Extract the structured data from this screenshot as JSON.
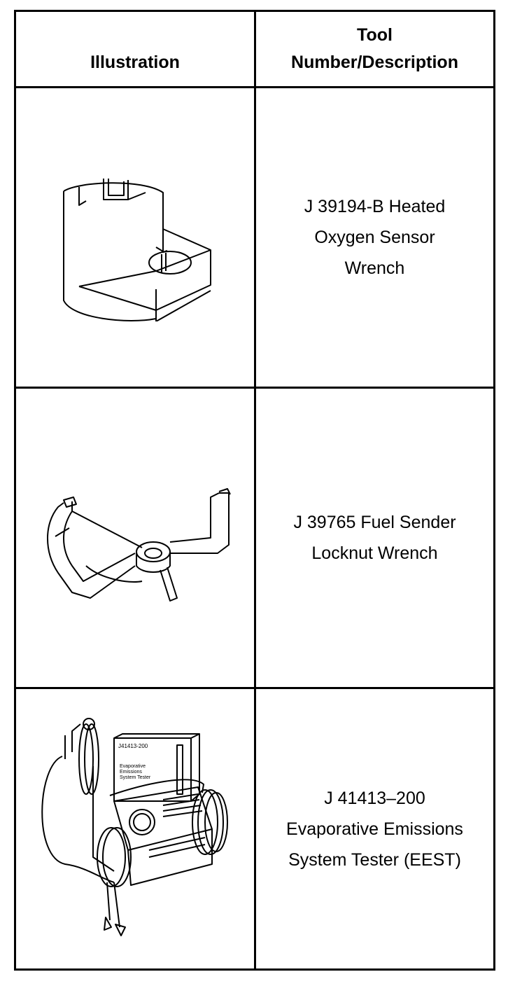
{
  "header": {
    "illustration": "Illustration",
    "description_line1": "Tool",
    "description_line2": "Number/Description"
  },
  "rows": [
    {
      "icon": "oxygen-sensor-wrench-icon",
      "lines": [
        "J 39194-B Heated",
        "Oxygen Sensor",
        "Wrench"
      ]
    },
    {
      "icon": "fuel-sender-locknut-wrench-icon",
      "lines": [
        "J 39765 Fuel Sender",
        "Locknut Wrench"
      ]
    },
    {
      "icon": "evap-emissions-tester-icon",
      "lines": [
        "J 41413–200",
        "Evaporative Emissions",
        "System Tester (EEST)"
      ],
      "panel_text": [
        "J41413-200",
        "Evaporative",
        "Emissions",
        "System Tester"
      ]
    }
  ]
}
